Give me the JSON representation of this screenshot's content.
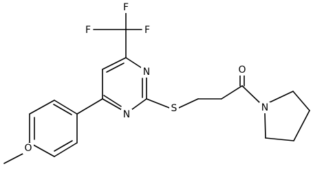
{
  "diagram": {
    "type": "chemical-structure",
    "atom_labels": {
      "f_left": "F",
      "f_top": "F",
      "f_right": "F",
      "n_upper": "N",
      "n_lower": "N",
      "s": "S",
      "o_carbonyl": "O",
      "n_pyrrolidine": "N",
      "o_methoxy": "O"
    },
    "colors": {
      "bond": "#000000",
      "text": "#000000",
      "background": "#ffffff"
    }
  }
}
